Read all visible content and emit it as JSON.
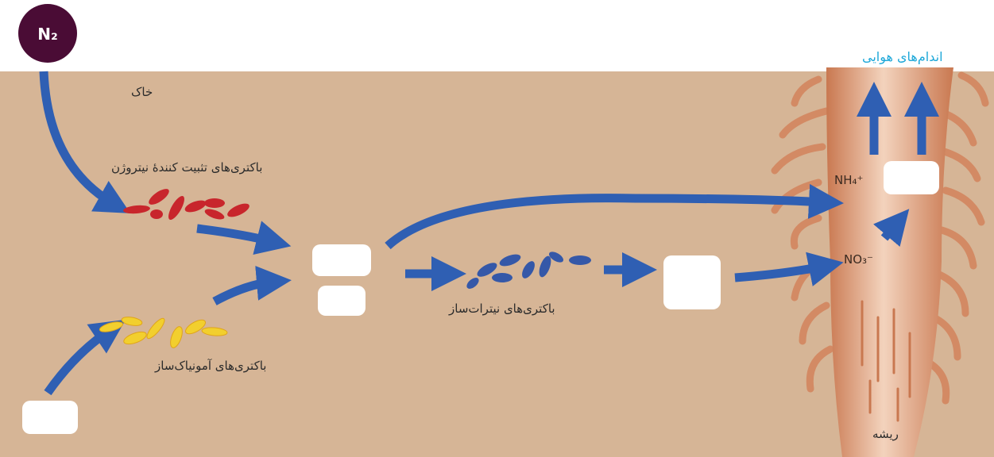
{
  "labels": {
    "n2": "N₂",
    "soil": "خاک",
    "nitrogen_fixing": "باکتری‌های تثبیت کنندهٔ نیتروژن",
    "ammonifying": "باکتری‌های آمونیاک‌ساز",
    "nitrifying": "باکتری‌های نیترات‌ساز",
    "aerial_organs": "اندام‌های هوایی",
    "root": "ریشه",
    "nh4": "NH₄⁺",
    "no3": "NO₃⁻"
  },
  "colors": {
    "soil": "#d6b596",
    "arrow": "#2f5fb3",
    "root": "#d38a64",
    "red_bacteria": "#c8262c",
    "yellow_bacteria": "#f2cf2e",
    "blue_bacteria": "#3558a8",
    "n2_circle": "#4a0c35",
    "aerial_text": "#1ea8d9"
  }
}
